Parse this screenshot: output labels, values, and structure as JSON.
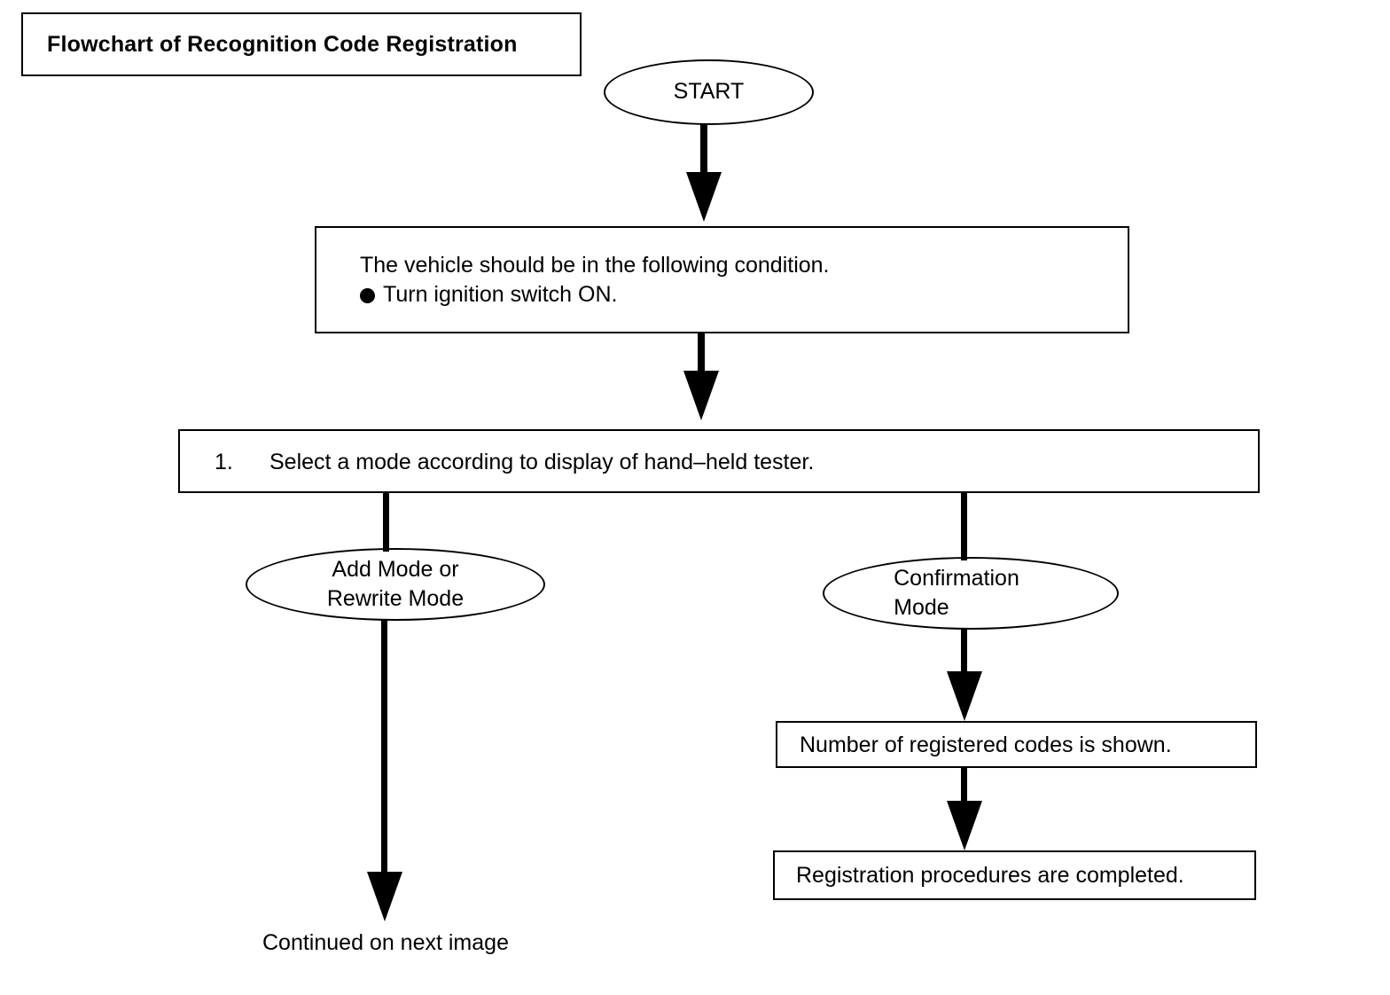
{
  "title": {
    "text": "Flowchart of Recognition Code Registration"
  },
  "nodes": {
    "start": {
      "label": "START",
      "shape": "ellipse"
    },
    "condition": {
      "line1": "The vehicle should be in the following condition.",
      "bullet_icon": "filled-circle-bullet",
      "line2": "Turn ignition switch ON."
    },
    "step1": {
      "number": "1.",
      "text": "Select a mode according to display of hand–held tester."
    },
    "branch_left": {
      "line1": "Add Mode or",
      "line2": "Rewrite Mode",
      "shape": "ellipse"
    },
    "branch_right": {
      "line1": "Confirmation",
      "line2": "Mode",
      "shape": "ellipse"
    },
    "count_result": {
      "text": "Number of registered codes is shown."
    },
    "completed": {
      "text": "Registration procedures are completed."
    },
    "continued": {
      "text": "Continued on next image"
    }
  },
  "colors": {
    "ink": "#000000",
    "paper": "#ffffff"
  }
}
